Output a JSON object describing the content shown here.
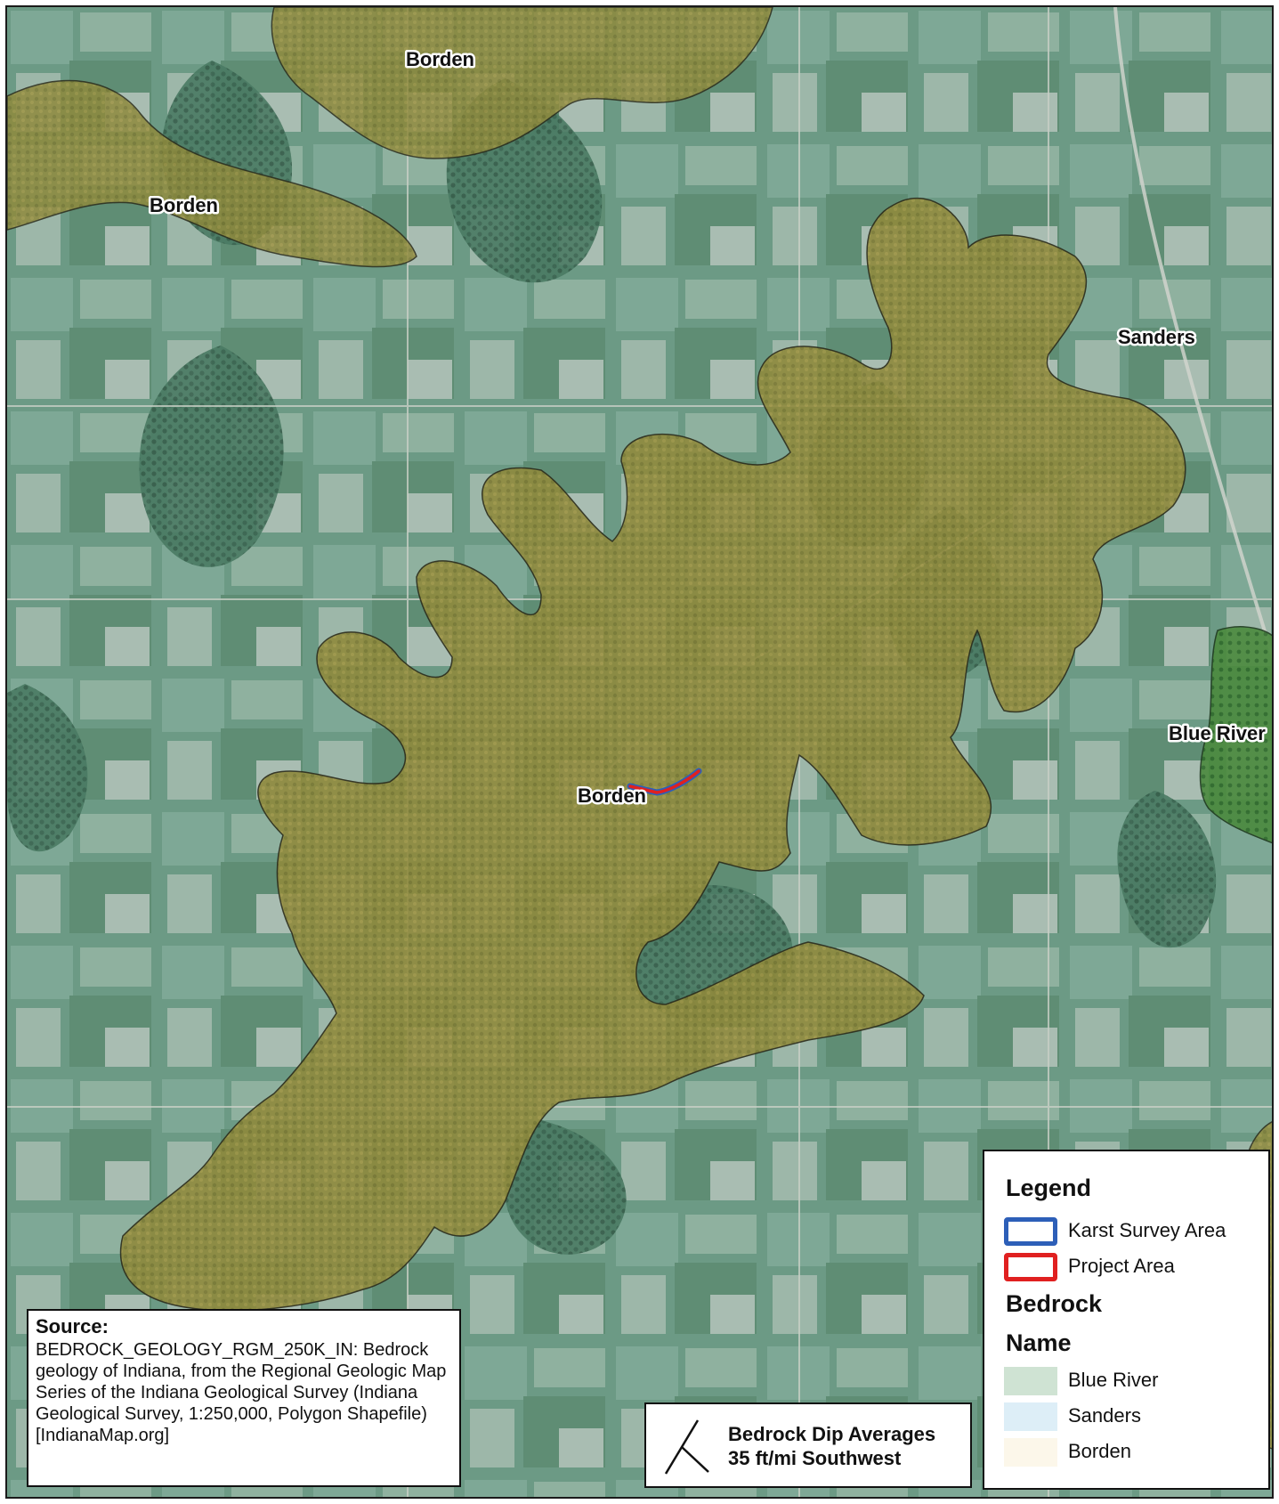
{
  "map": {
    "labels": {
      "borden_top": "Borden",
      "borden_left": "Borden",
      "borden_center": "Borden",
      "sanders": "Sanders",
      "blue_river": "Blue River"
    }
  },
  "source": {
    "title": "Source:",
    "text": "BEDROCK_GEOLOGY_RGM_250K_IN: Bedrock geology of Indiana, from the Regional Geologic Map Series of the Indiana Geological Survey (Indiana Geological Survey, 1:250,000, Polygon Shapefile) [IndianaMap.org]"
  },
  "dip": {
    "line1": "Bedrock Dip Averages",
    "line2": "35 ft/mi Southwest"
  },
  "legend": {
    "title": "Legend",
    "items": [
      {
        "label": "Karst Survey Area",
        "color": "#2d5fb8"
      },
      {
        "label": "Project Area",
        "color": "#e02020"
      }
    ],
    "bedrock_heading": "Bedrock",
    "name_heading": "Name",
    "units": [
      {
        "label": "Blue River",
        "color": "#cfe3d3"
      },
      {
        "label": "Sanders",
        "color": "#ddeef7"
      },
      {
        "label": "Borden",
        "color": "#fcf7ea"
      }
    ]
  },
  "colors": {
    "terrain": "#5e8f78",
    "forest": "#3d6a55",
    "borden_overlay": "#9c8a3a",
    "blue_river_overlay": "#3f7a34",
    "karst_outline": "#2d5fb8",
    "project_outline": "#e02020"
  }
}
